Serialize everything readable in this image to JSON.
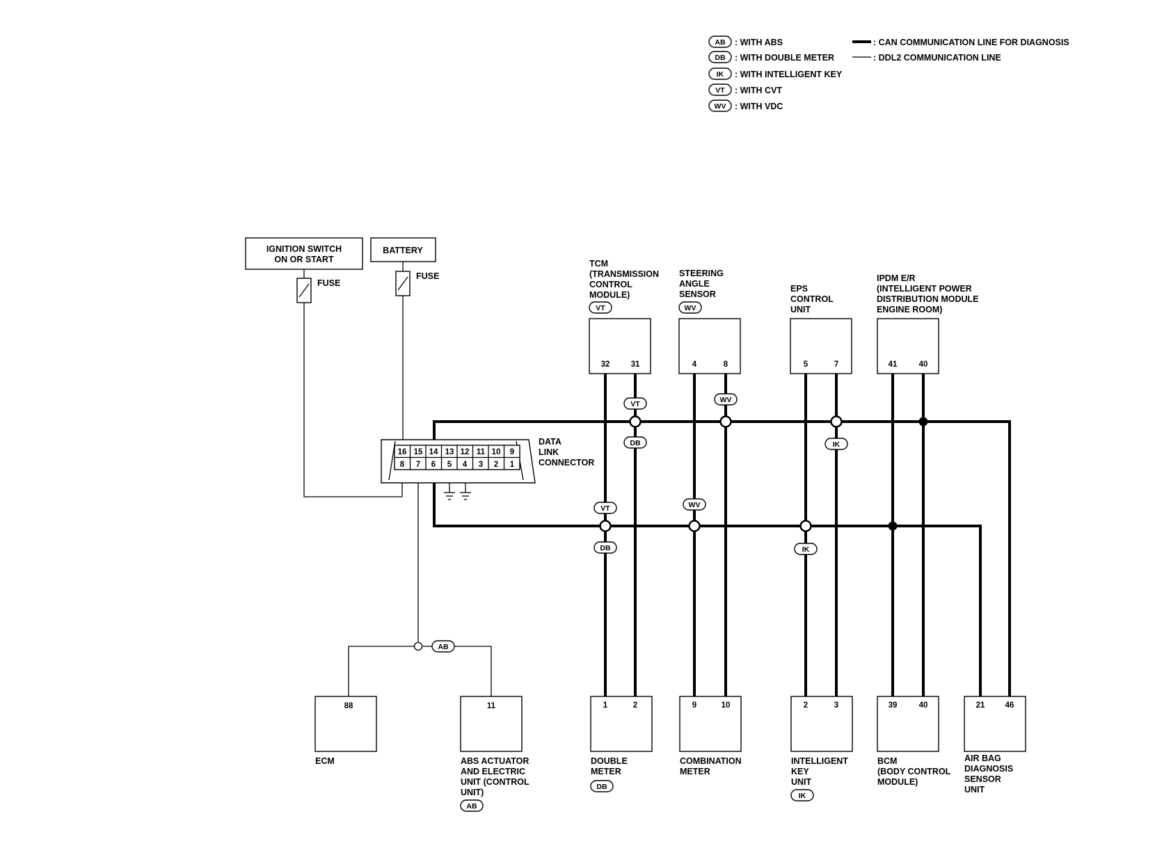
{
  "legend": {
    "options": [
      {
        "code": "AB",
        "text": ": WITH ABS"
      },
      {
        "code": "DB",
        "text": ": WITH DOUBLE METER"
      },
      {
        "code": "IK",
        "text": ": WITH INTELLIGENT KEY"
      },
      {
        "code": "VT",
        "text": ": WITH CVT"
      },
      {
        "code": "WV",
        "text": ": WITH VDC"
      }
    ],
    "lines": [
      {
        "style": "thick",
        "text": ": CAN COMMUNICATION LINE FOR DIAGNOSIS"
      },
      {
        "style": "thin",
        "text": ": DDL2 COMMUNICATION LINE"
      }
    ]
  },
  "power": {
    "ignition": [
      "IGNITION SWITCH",
      "ON OR START"
    ],
    "battery": "BATTERY",
    "fuse1": "FUSE",
    "fuse2": "FUSE"
  },
  "dlc": {
    "label": [
      "DATA",
      "LINK",
      "CONNECTOR"
    ],
    "top_pins": [
      "16",
      "15",
      "14",
      "13",
      "12",
      "11",
      "10",
      "9"
    ],
    "bottom_pins": [
      "8",
      "7",
      "6",
      "5",
      "4",
      "3",
      "2",
      "1"
    ]
  },
  "top_units": [
    {
      "id": "tcm",
      "label": [
        "TCM",
        "(TRANSMISSION",
        "CONTROL",
        "MODULE)"
      ],
      "badge": "VT",
      "pins": [
        "32",
        "31"
      ]
    },
    {
      "id": "steering",
      "label": [
        "STEERING",
        "ANGLE",
        "SENSOR"
      ],
      "badge": "WV",
      "pins": [
        "4",
        "8"
      ]
    },
    {
      "id": "eps",
      "label": [
        "EPS",
        "CONTROL",
        "UNIT"
      ],
      "badge": "",
      "pins": [
        "5",
        "7"
      ]
    },
    {
      "id": "ipdm",
      "label": [
        "IPDM E/R",
        "(INTELLIGENT POWER",
        "DISTRIBUTION MODULE",
        "ENGINE ROOM)"
      ],
      "badge": "",
      "pins": [
        "41",
        "40"
      ]
    }
  ],
  "bottom_units": [
    {
      "id": "ecm",
      "label": [
        "ECM"
      ],
      "badge": "",
      "pins": [
        "88"
      ]
    },
    {
      "id": "abs",
      "label": [
        "ABS ACTUATOR",
        "AND ELECTRIC",
        "UNIT (CONTROL",
        "UNIT)"
      ],
      "badge": "AB",
      "pins": [
        "11"
      ]
    },
    {
      "id": "double-meter",
      "label": [
        "DOUBLE",
        "METER"
      ],
      "badge": "DB",
      "pins": [
        "1",
        "2"
      ]
    },
    {
      "id": "combination-meter",
      "label": [
        "COMBINATION",
        "METER"
      ],
      "badge": "",
      "pins": [
        "9",
        "10"
      ]
    },
    {
      "id": "intelligent-key",
      "label": [
        "INTELLIGENT",
        "KEY",
        "UNIT"
      ],
      "badge": "IK",
      "pins": [
        "2",
        "3"
      ]
    },
    {
      "id": "bcm",
      "label": [
        "BCM",
        "(BODY CONTROL",
        "MODULE)"
      ],
      "badge": "",
      "pins": [
        "39",
        "40"
      ]
    },
    {
      "id": "airbag",
      "label": [
        "AIR BAG",
        "DIAGNOSIS",
        "SENSOR",
        "UNIT"
      ],
      "badge": "",
      "pins": [
        "21",
        "46"
      ]
    }
  ],
  "wire_badges": {
    "vt_upper": "VT",
    "db_upper": "DB",
    "wv_upper": "WV",
    "ik_upper": "IK",
    "vt_lower": "VT",
    "db_lower": "DB",
    "wv_lower": "WV",
    "ik_lower": "IK",
    "ab_ddl2": "AB"
  }
}
